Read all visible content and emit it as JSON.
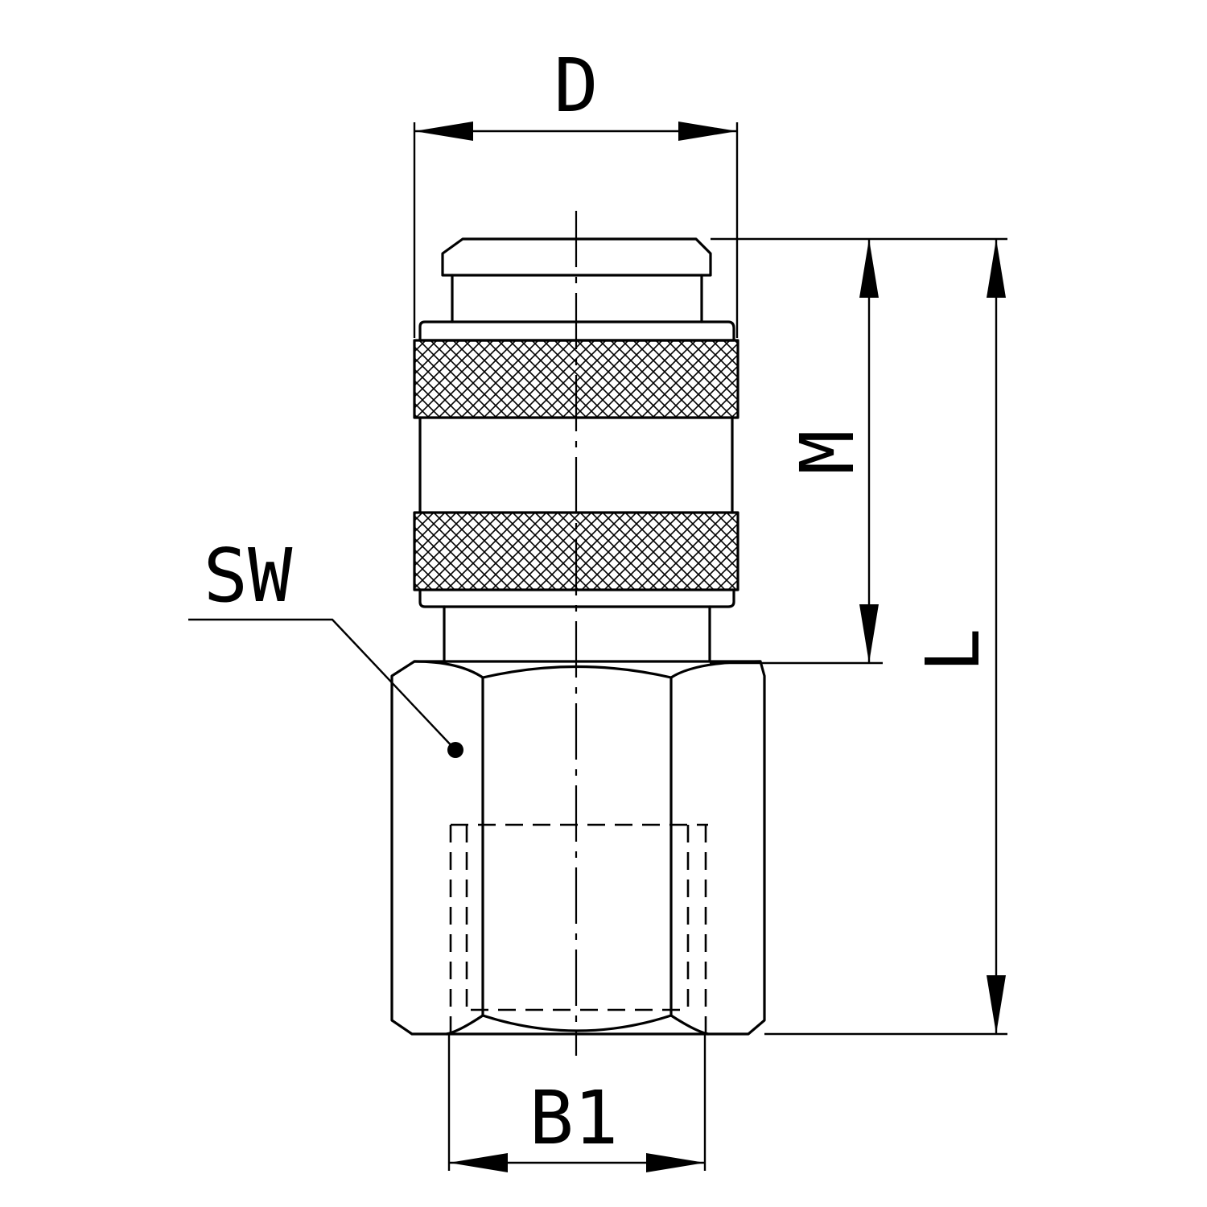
{
  "drawing": {
    "dimensions": {
      "top_width_label": "D",
      "socket_length_label": "M",
      "overall_length_label": "L",
      "thread_label": "B1",
      "wrench_size_label": "SW"
    },
    "colors": {
      "line": "#000000",
      "background": "#ffffff"
    }
  }
}
